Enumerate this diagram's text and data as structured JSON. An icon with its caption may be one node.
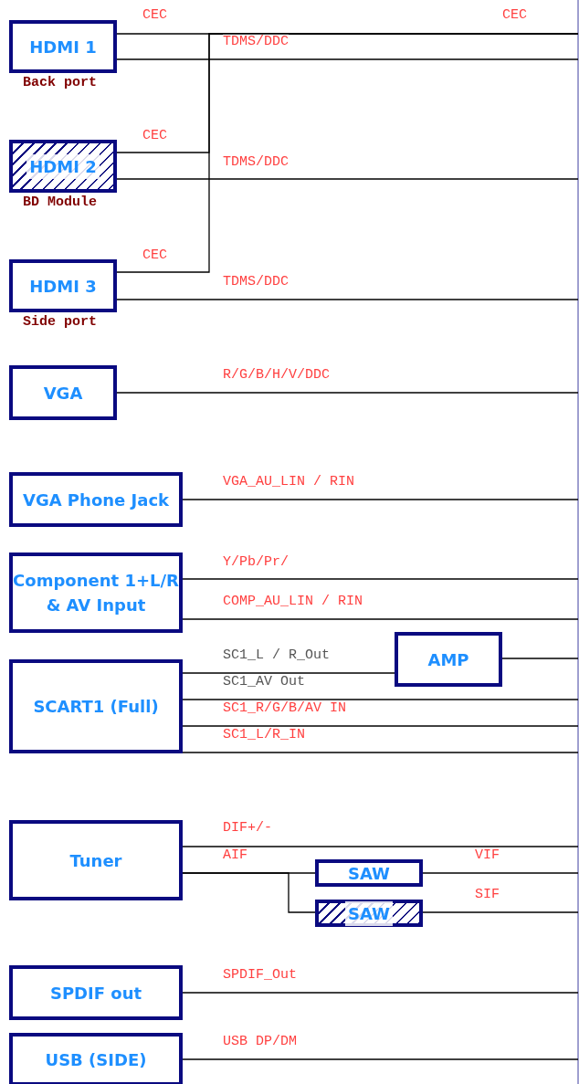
{
  "diagram": {
    "nodes": [
      {
        "text": [
          "HDMI 1"
        ],
        "beside": [
          "Back port"
        ]
      },
      {
        "text": [
          "HDMI 2"
        ],
        "beside": [
          "BD Module"
        ]
      },
      {
        "text": [
          "HDMI 3"
        ],
        "beside": [
          "Side port"
        ]
      },
      {
        "text": [
          "VGA"
        ]
      },
      {
        "text": [
          "VGA Phone Jack"
        ]
      },
      {
        "text": [
          "Component 1+L/R & AV Input"
        ]
      },
      {
        "text": [
          "SCART1 (Full)"
        ]
      },
      {
        "text": [
          "AMP"
        ]
      },
      {
        "text": [
          "Tuner"
        ]
      },
      {
        "text": [
          "SAW"
        ]
      },
      {
        "text": [
          "SAW"
        ]
      },
      {
        "text": [
          "SPDIF out"
        ]
      },
      {
        "text": [
          "USB (SIDE)"
        ]
      }
    ],
    "edges": [
      {
        "from": 0,
        "to": null,
        "arrow": "none",
        "label": "CEC"
      },
      {
        "from": 0,
        "to": null,
        "arrow": "none",
        "label": "TDMS/DDC"
      },
      {
        "from": 1,
        "to": null,
        "arrow": "none",
        "label": "CEC"
      },
      {
        "from": 1,
        "to": null,
        "arrow": "none",
        "label": "TDMS/DDC"
      },
      {
        "from": 2,
        "to": null,
        "arrow": "none",
        "label": "CEC"
      },
      {
        "from": 2,
        "to": null,
        "arrow": "none",
        "label": "TDMS/DDC"
      },
      {
        "from": 3,
        "to": null,
        "arrow": "none",
        "label": "R/G/B/H/V/DDC"
      },
      {
        "from": 4,
        "to": null,
        "arrow": "none",
        "label": "VGA_AU_LIN / RIN"
      },
      {
        "from": 5,
        "to": null,
        "arrow": "none",
        "label": "Y/Pb/Pr/"
      },
      {
        "from": 5,
        "to": null,
        "arrow": "none",
        "label": "COMP_AU_LIN / RIN"
      },
      {
        "from": 6,
        "to": 7,
        "arrow": "none",
        "label": "SC1_L / R_Out"
      },
      {
        "from": 7,
        "to": null,
        "arrow": "none"
      },
      {
        "from": 6,
        "to": null,
        "arrow": "none",
        "label": "SC1_AV Out"
      },
      {
        "from": 6,
        "to": null,
        "arrow": "none",
        "label": "SC1_R/G/B/AV IN"
      },
      {
        "from": 6,
        "to": null,
        "arrow": "none",
        "label": "SC1_L/R_IN"
      },
      {
        "from": 8,
        "to": null,
        "arrow": "none",
        "label": "DIF+/-"
      },
      {
        "from": 8,
        "to": 9,
        "arrow": "none",
        "label": "AIF"
      },
      {
        "from": 8,
        "to": 10,
        "arrow": "none"
      },
      {
        "from": 9,
        "to": null,
        "arrow": "none",
        "label": "VIF"
      },
      {
        "from": 10,
        "to": null,
        "arrow": "none",
        "label": "SIF"
      },
      {
        "from": 11,
        "to": null,
        "arrow": "none",
        "label": "SPDIF_Out"
      },
      {
        "from": 12,
        "to": null,
        "arrow": "none",
        "label": "USB DP/DM"
      }
    ],
    "labels": [
      "CEC"
    ]
  }
}
